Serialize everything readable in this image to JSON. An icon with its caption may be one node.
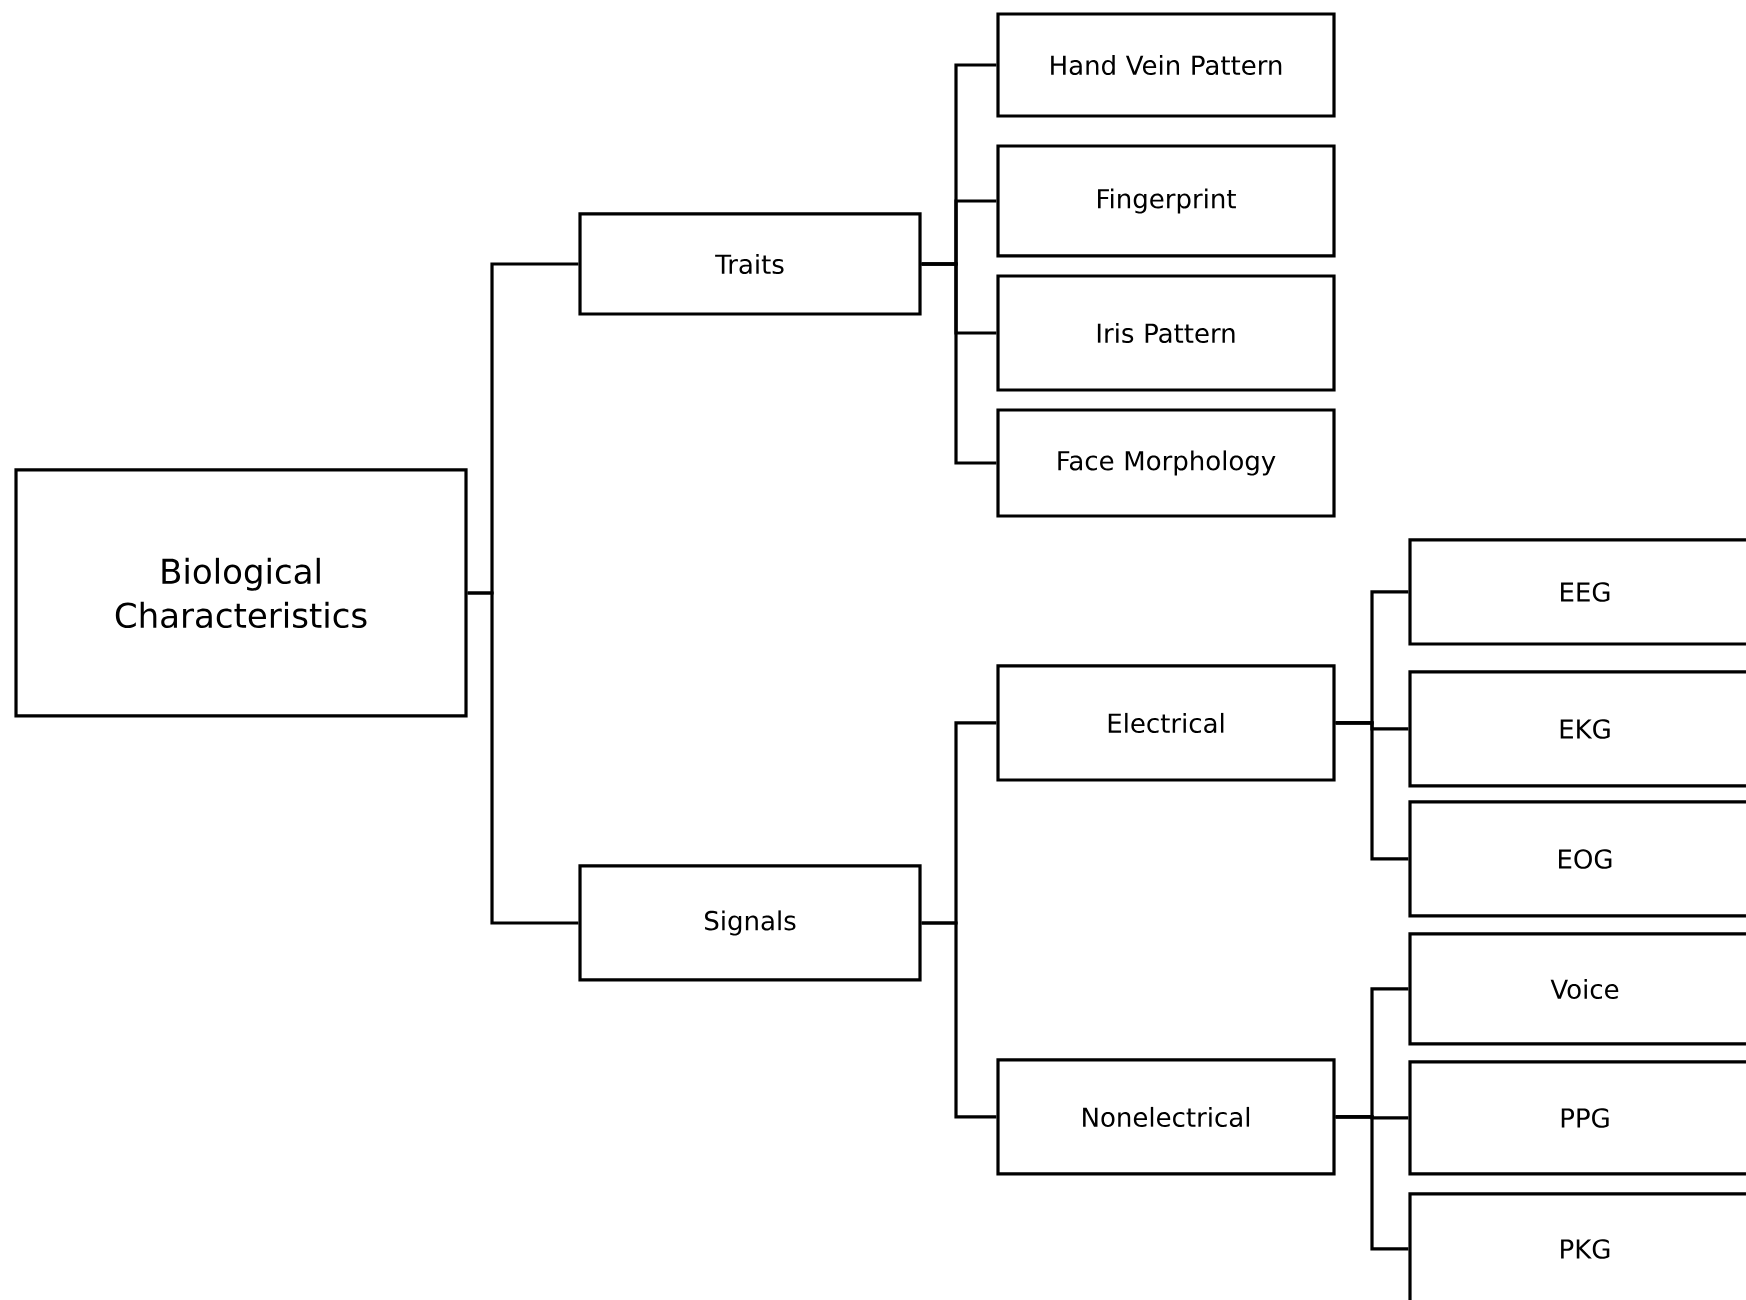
{
  "diagram": {
    "nodes": [
      {
        "text": [
          "Biological Characteristics"
        ]
      },
      {
        "text": [
          "Traits"
        ]
      },
      {
        "text": [
          "Signals"
        ]
      },
      {
        "text": [
          "Hand Vein Pattern"
        ]
      },
      {
        "text": [
          "Fingerprint"
        ]
      },
      {
        "text": [
          "Iris Pattern"
        ]
      },
      {
        "text": [
          "Face Morphology"
        ]
      },
      {
        "text": [
          "Electrical"
        ]
      },
      {
        "text": [
          "Nonelectrical"
        ]
      },
      {
        "text": [
          "EEG"
        ]
      },
      {
        "text": [
          "EKG"
        ]
      },
      {
        "text": [
          "EOG"
        ]
      },
      {
        "text": [
          "Voice"
        ]
      },
      {
        "text": [
          "PPG"
        ]
      },
      {
        "text": [
          "PKG"
        ]
      }
    ],
    "edges": [
      {
        "from": 0,
        "to": 1,
        "arrow": "none"
      },
      {
        "from": 0,
        "to": 2,
        "arrow": "none"
      },
      {
        "from": 1,
        "to": 3,
        "arrow": "none"
      },
      {
        "from": 1,
        "to": 4,
        "arrow": "none"
      },
      {
        "from": 1,
        "to": 5,
        "arrow": "none"
      },
      {
        "from": 1,
        "to": 6,
        "arrow": "none"
      },
      {
        "from": 2,
        "to": 7,
        "arrow": "none"
      },
      {
        "from": 2,
        "to": 8,
        "arrow": "none"
      },
      {
        "from": 7,
        "to": 9,
        "arrow": "none"
      },
      {
        "from": 7,
        "to": 10,
        "arrow": "none"
      },
      {
        "from": 7,
        "to": 11,
        "arrow": "none"
      },
      {
        "from": 8,
        "to": 12,
        "arrow": "none"
      },
      {
        "from": 8,
        "to": 13,
        "arrow": "none"
      },
      {
        "from": 8,
        "to": 14,
        "arrow": "none"
      }
    ]
  }
}
